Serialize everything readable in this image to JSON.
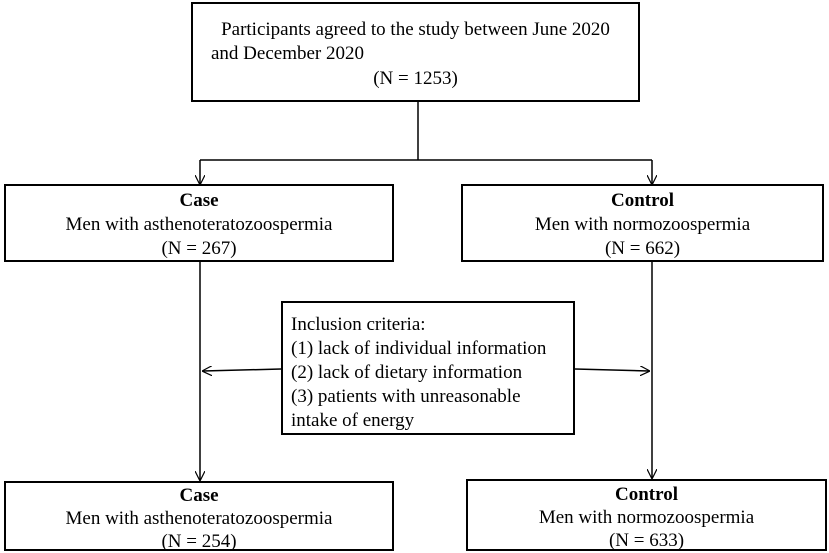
{
  "participants": {
    "line1": "Participants agreed to the study between June 2020",
    "line2": "and December 2020",
    "count": "(N = 1253)"
  },
  "case_top": {
    "title": "Case",
    "desc": "Men with asthenoteratozoospermia",
    "count": "(N = 267)"
  },
  "control_top": {
    "title": "Control",
    "desc": "Men with normozoospermia",
    "count": "(N = 662)"
  },
  "criteria": {
    "heading": "Inclusion criteria:",
    "items": [
      "(1) lack of individual information",
      "(2) lack of dietary information",
      "(3) patients with unreasonable",
      "intake of energy"
    ]
  },
  "case_bottom": {
    "title": "Case",
    "desc": "Men with asthenoteratozoospermia",
    "count": "(N = 254)"
  },
  "control_bottom": {
    "title": "Control",
    "desc": "Men with normozoospermia",
    "count": "(N = 633)"
  }
}
